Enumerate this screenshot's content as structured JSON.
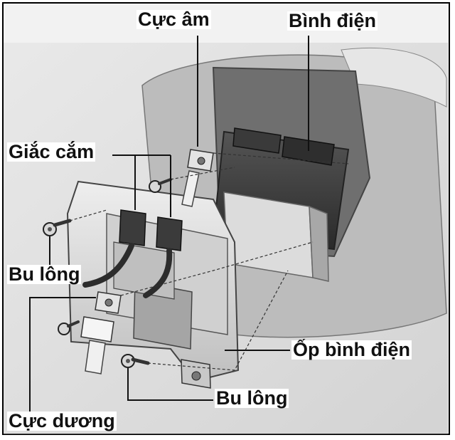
{
  "labels": {
    "negative_terminal": "Cực âm",
    "battery": "Bình điện",
    "connectors": "Giắc cắm",
    "bolt_left": "Bu lông",
    "positive_terminal": "Cực dương",
    "battery_cover": "Ốp bình điện",
    "bolt_bottom": "Bu lông"
  }
}
